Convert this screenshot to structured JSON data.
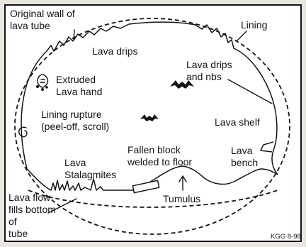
{
  "diagram": {
    "labels": {
      "original_wall": [
        "Original wall of",
        "lava tube"
      ],
      "lining": [
        "Lining"
      ],
      "lava_drips": [
        "Lava drips"
      ],
      "lava_drips_rinds": [
        "Lava drips",
        "and nbs"
      ],
      "extruded_hand": [
        "Extruded",
        "Lava hand"
      ],
      "lining_rupture": [
        "Lining rupture",
        "(peel-off, scroll)"
      ],
      "lava_shelf": [
        "Lava shelf"
      ],
      "fallen_block": [
        "Fallen block",
        "welded to floor"
      ],
      "lava_bench": [
        "Lava",
        "bench"
      ],
      "lava_stalagmites": [
        "Lava",
        "Stalagmites"
      ],
      "tumulus": [
        "Tumulus"
      ],
      "lava_flow_fills": [
        "Lava flow",
        "fills bottom",
        "of",
        "tube"
      ]
    },
    "credit": "KGG 8-98"
  }
}
